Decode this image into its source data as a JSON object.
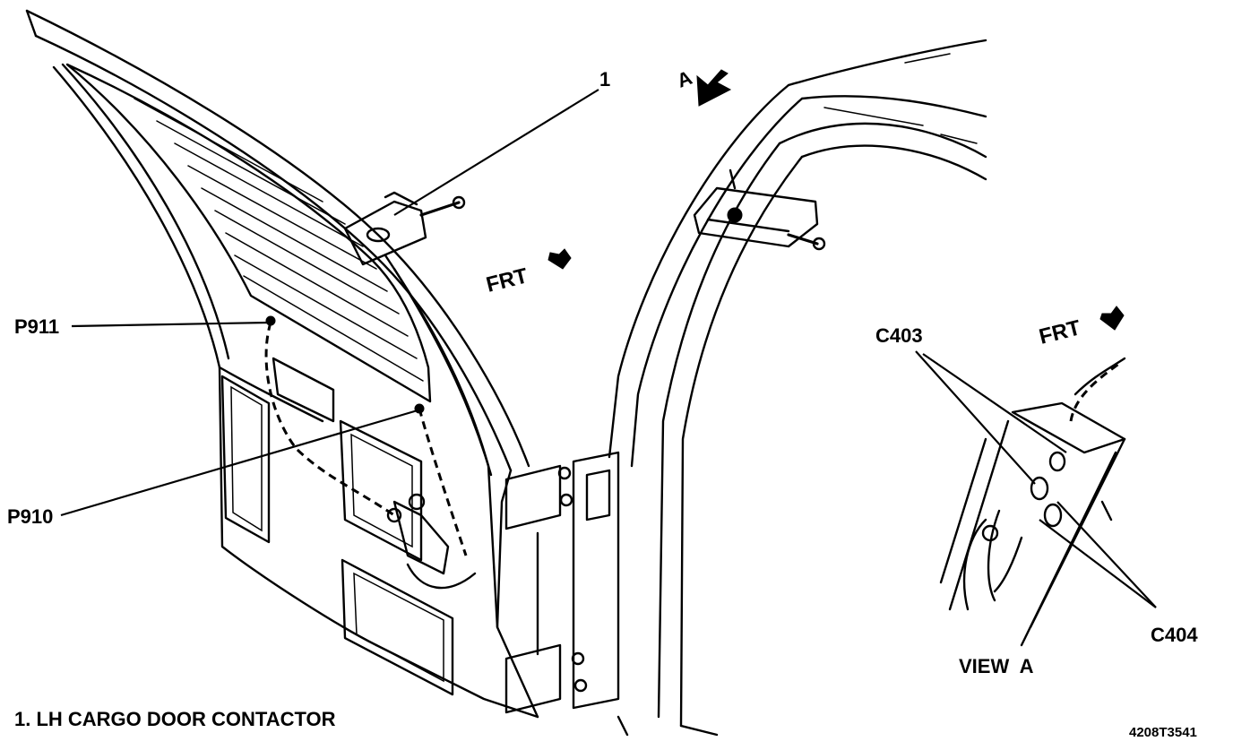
{
  "callouts": {
    "item_1": "1",
    "view_arrow": "A",
    "p911": "P911",
    "p910": "P910",
    "c403": "C403",
    "c404": "C404"
  },
  "direction": {
    "frt_main": "FRT",
    "frt_view": "FRT"
  },
  "view_title": "VIEW  A",
  "legend": "1. LH CARGO DOOR CONTACTOR",
  "figure_id": "4208T3541",
  "colors": {
    "ink": "#000000",
    "paper": "#ffffff"
  }
}
